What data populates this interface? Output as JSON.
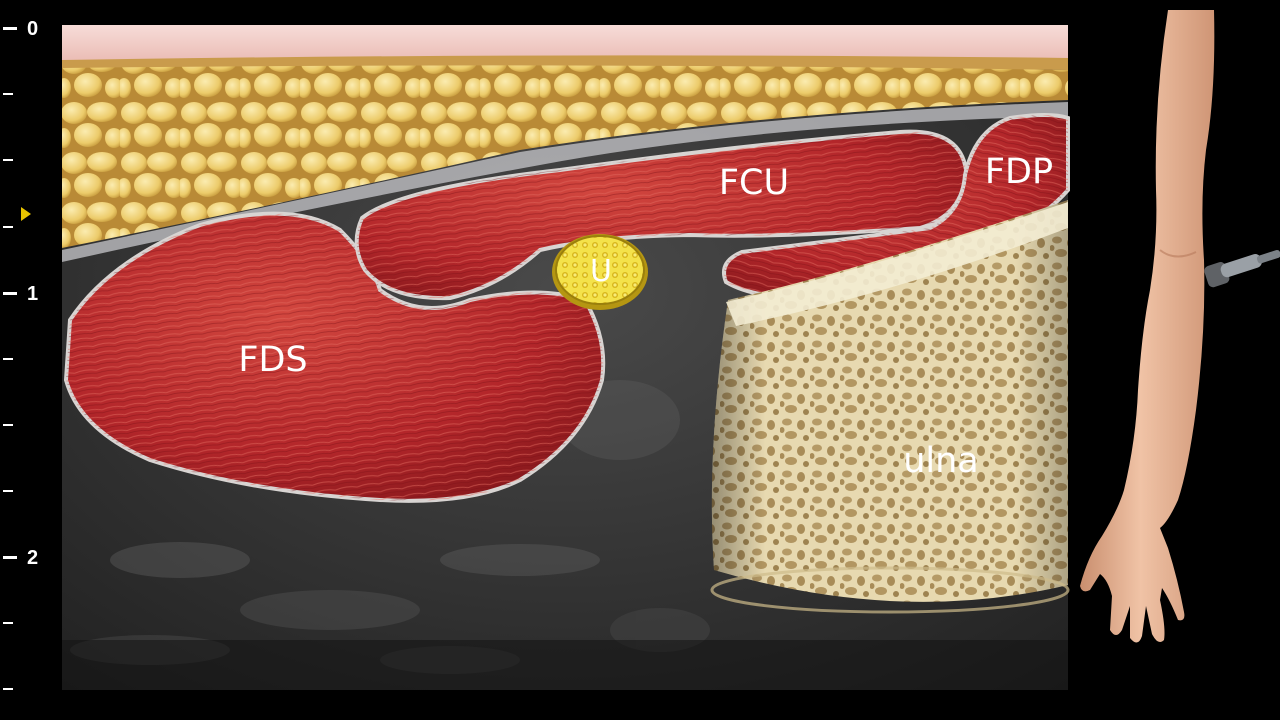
{
  "depth_scale": {
    "labels": [
      "0",
      "1",
      "2"
    ],
    "focus_marker_color": "#e8c400"
  },
  "structures": {
    "fcu": "FCU",
    "fdp": "FDP",
    "fds": "FDS",
    "ulnar_nerve": "U",
    "ulna": "ulna"
  },
  "colors": {
    "muscle": "#b3262a",
    "fat": "#f0d77c",
    "nerve": "#e4cf1a",
    "bone": "#e2d3a8",
    "skin": "#f3c9c4",
    "background": "#000000"
  },
  "icons": {
    "arm": "arm-with-probe-icon"
  }
}
